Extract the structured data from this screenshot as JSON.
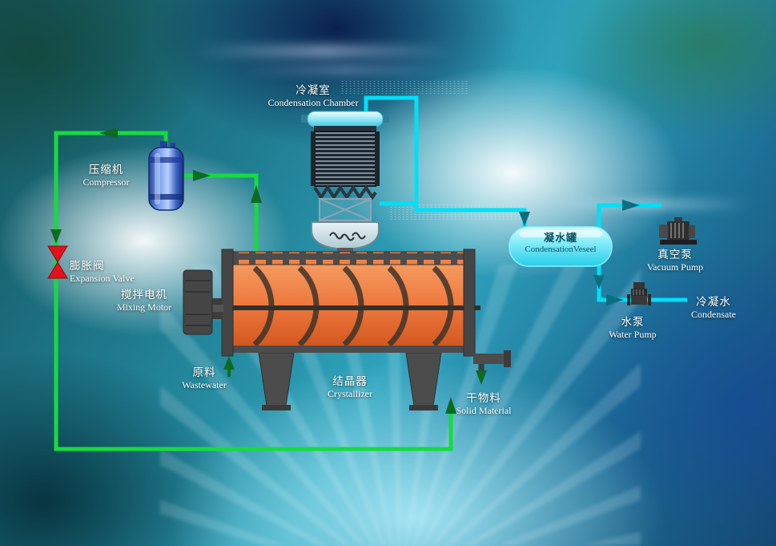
{
  "labels": {
    "condensation_chamber": {
      "zh": "冷凝室",
      "en": "Condensation Chamber"
    },
    "compressor": {
      "zh": "压缩机",
      "en": "Compressor"
    },
    "expansion_valve": {
      "zh": "膨胀阀",
      "en": "Expansion Valve"
    },
    "mixing_motor": {
      "zh": "搅拌电机",
      "en": "Mixing Motor"
    },
    "wastewater": {
      "zh": "原料",
      "en": "Wastewater"
    },
    "crystallizer": {
      "zh": "结晶器",
      "en": "Crystallizer"
    },
    "solid_material": {
      "zh": "干物料",
      "en": "Solid Material"
    },
    "condensation_vessel": {
      "zh": "凝水罐",
      "en": "CondensationVeseel"
    },
    "vacuum_pump": {
      "zh": "真空泵",
      "en": "Vacuum Pump"
    },
    "water_pump": {
      "zh": "水泵",
      "en": "Water Pump"
    },
    "condensate": {
      "zh": "冷凝水",
      "en": "Condensate"
    }
  },
  "colors": {
    "refrigerant_pipe": "#16db3e",
    "coolant_pipe": "#00e0f7",
    "valve_red": "#e3111b",
    "crystallizer_orange": "#ef7b40",
    "compressor_blue": "#5d85e2",
    "vessel_cyan": "#8deefc"
  }
}
